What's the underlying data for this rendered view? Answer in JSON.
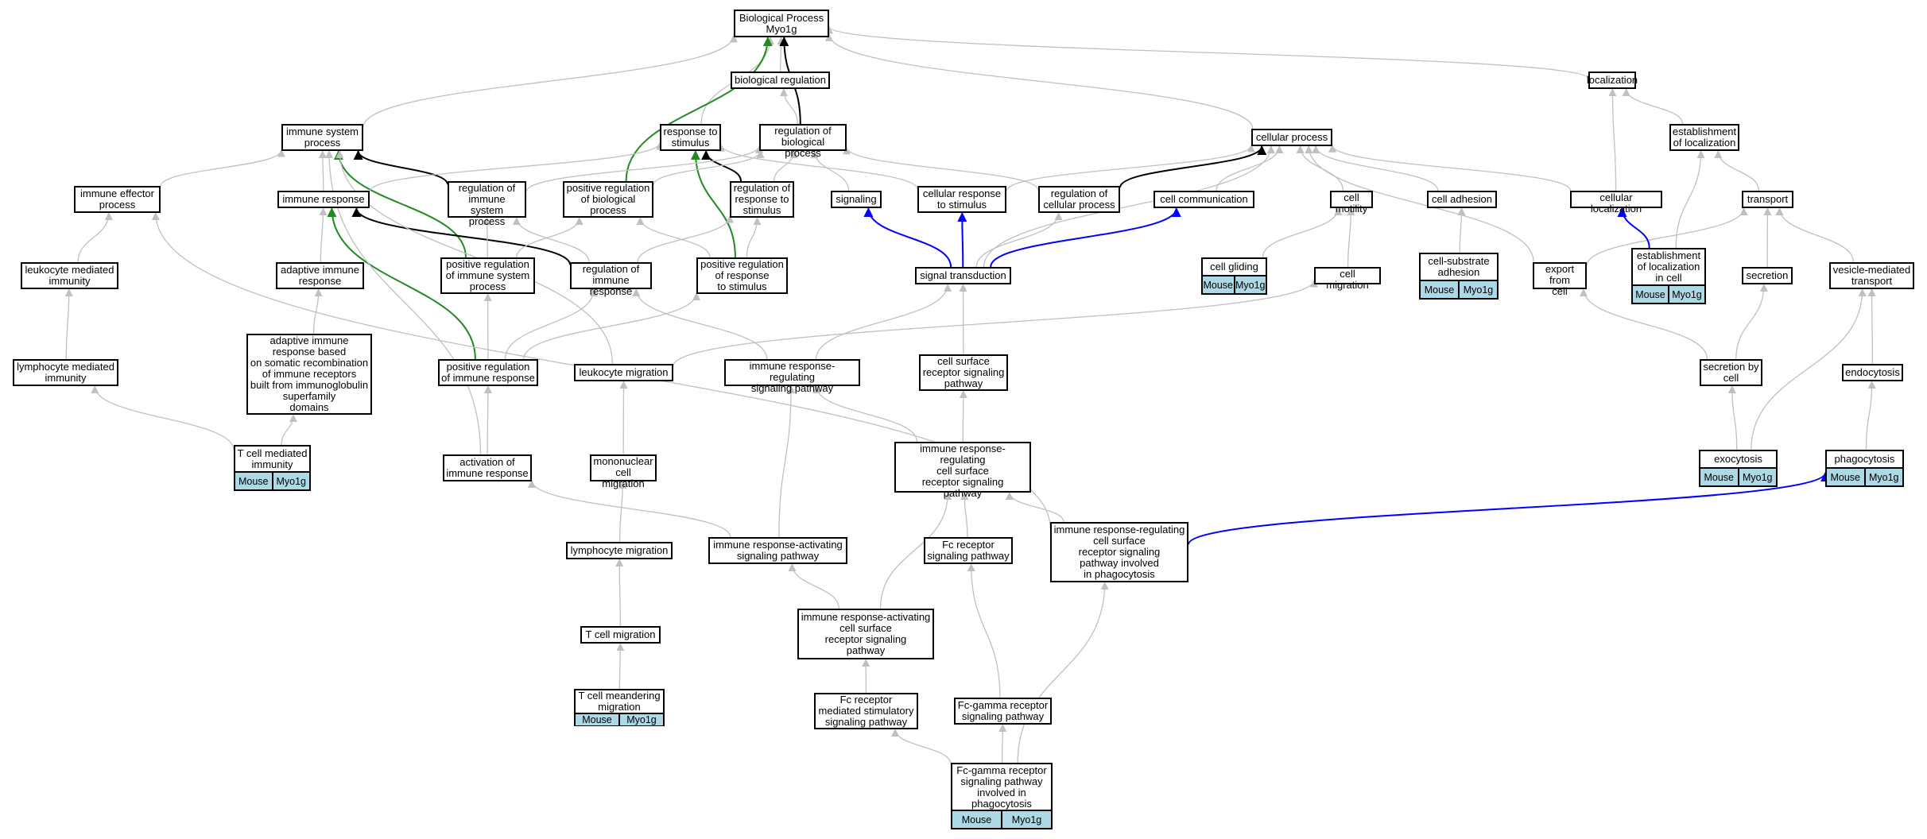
{
  "colors": {
    "edge_default": "#c0c0c0",
    "edge_black": "#000000",
    "edge_green": "#228b22",
    "edge_blue": "#0000ff",
    "annotation_bg": "#add8e6"
  },
  "tag_labels": [
    "Mouse",
    "Myo1g"
  ],
  "nodes": [
    {
      "id": "bp",
      "label": "Biological Process\nMyo1g"
    },
    {
      "id": "bioreg",
      "label": "biological regulation"
    },
    {
      "id": "localization",
      "label": "localization"
    },
    {
      "id": "isp",
      "label": "immune system\nprocess"
    },
    {
      "id": "rts",
      "label": "response to\nstimulus"
    },
    {
      "id": "regbp",
      "label": "regulation of\nbiological process"
    },
    {
      "id": "cellproc",
      "label": "cellular process"
    },
    {
      "id": "estloc",
      "label": "establishment\nof localization"
    },
    {
      "id": "ieffp",
      "label": "immune effector\nprocess"
    },
    {
      "id": "immresp",
      "label": "immune response"
    },
    {
      "id": "regisp",
      "label": "regulation of\nimmune system\nprocess"
    },
    {
      "id": "posregbp",
      "label": "positive regulation\nof biological\nprocess"
    },
    {
      "id": "regrts",
      "label": "regulation of\nresponse to\nstimulus"
    },
    {
      "id": "signaling",
      "label": "signaling"
    },
    {
      "id": "cellrts",
      "label": "cellular response\nto stimulus"
    },
    {
      "id": "regcp",
      "label": "regulation of\ncellular process"
    },
    {
      "id": "cellcomm",
      "label": "cell communication"
    },
    {
      "id": "cellmot",
      "label": "cell motility"
    },
    {
      "id": "celladh",
      "label": "cell adhesion"
    },
    {
      "id": "cellloc",
      "label": "cellular localization"
    },
    {
      "id": "transport",
      "label": "transport"
    },
    {
      "id": "lmi",
      "label": "leukocyte mediated\nimmunity"
    },
    {
      "id": "adaptimm",
      "label": "adaptive immune\nresponse"
    },
    {
      "id": "posregisp",
      "label": "positive regulation\nof immune system\nprocess"
    },
    {
      "id": "regimm",
      "label": "regulation of\nimmune response"
    },
    {
      "id": "posregrts",
      "label": "positive regulation\nof response\nto stimulus"
    },
    {
      "id": "sigtrans",
      "label": "signal transduction"
    },
    {
      "id": "cellglid",
      "label": "cell gliding",
      "tags": true
    },
    {
      "id": "cellmig",
      "label": "cell migration"
    },
    {
      "id": "csadh",
      "label": "cell-substrate\nadhesion",
      "tags": true
    },
    {
      "id": "exportcell",
      "label": "export from\ncell"
    },
    {
      "id": "estlocincell",
      "label": "establishment\nof localization\nin cell",
      "tags": true
    },
    {
      "id": "secretion",
      "label": "secretion"
    },
    {
      "id": "vesmed",
      "label": "vesicle-mediated\ntransport"
    },
    {
      "id": "lymmi",
      "label": "lymphocyte mediated\nimmunity"
    },
    {
      "id": "adaptsomatic",
      "label": "adaptive immune\nresponse based\non somatic recombination\nof immune receptors\nbuilt from immunoglobulin\nsuperfamily\ndomains"
    },
    {
      "id": "posregimm",
      "label": "positive regulation\nof immune response"
    },
    {
      "id": "leukmig",
      "label": "leukocyte migration"
    },
    {
      "id": "irrsp",
      "label": "immune response-regulating\nsignaling pathway"
    },
    {
      "id": "csrsp",
      "label": "cell surface\nreceptor signaling\npathway"
    },
    {
      "id": "secbycell",
      "label": "secretion by\ncell"
    },
    {
      "id": "endocytosis",
      "label": "endocytosis"
    },
    {
      "id": "tcmi",
      "label": "T cell mediated\nimmunity",
      "tags": true
    },
    {
      "id": "actimm",
      "label": "activation of\nimmune response"
    },
    {
      "id": "mononuc",
      "label": "mononuclear\ncell migration"
    },
    {
      "id": "irrcsrsp",
      "label": "immune response-regulating\ncell surface\nreceptor signaling\npathway"
    },
    {
      "id": "exocytosis",
      "label": "exocytosis",
      "tags": true
    },
    {
      "id": "phagocytosis",
      "label": "phagocytosis",
      "tags": true
    },
    {
      "id": "lymmig",
      "label": "lymphocyte migration"
    },
    {
      "id": "irasp",
      "label": "immune response-activating\nsignaling pathway"
    },
    {
      "id": "fcrsp",
      "label": "Fc receptor\nsignaling pathway"
    },
    {
      "id": "irrphago",
      "label": "immune response-regulating\ncell surface\nreceptor signaling\npathway involved\nin phagocytosis"
    },
    {
      "id": "tcellmig",
      "label": "T cell migration"
    },
    {
      "id": "iracsrsp",
      "label": "immune response-activating\ncell surface\nreceptor signaling\npathway"
    },
    {
      "id": "tcellmeander",
      "label": "T cell meandering\nmigration",
      "tags": true
    },
    {
      "id": "fcrstim",
      "label": "Fc receptor\nmediated stimulatory\nsignaling pathway"
    },
    {
      "id": "fcgrsp",
      "label": "Fc-gamma receptor\nsignaling pathway"
    },
    {
      "id": "fcgrphago",
      "label": "Fc-gamma receptor\nsignaling pathway\ninvolved in\nphagocytosis",
      "tags": true
    }
  ],
  "edges": [
    {
      "from": "bioreg",
      "to": "bp",
      "color": "default"
    },
    {
      "from": "localization",
      "to": "bp",
      "color": "default"
    },
    {
      "from": "isp",
      "to": "bp",
      "color": "default"
    },
    {
      "from": "rts",
      "to": "bp",
      "color": "default"
    },
    {
      "from": "regbp",
      "to": "bioreg",
      "color": "default"
    },
    {
      "from": "regbp",
      "to": "bp",
      "color": "black"
    },
    {
      "from": "cellproc",
      "to": "bp",
      "color": "default"
    },
    {
      "from": "posregbp",
      "to": "bp",
      "color": "green"
    },
    {
      "from": "estloc",
      "to": "localization",
      "color": "default"
    },
    {
      "from": "ieffp",
      "to": "isp",
      "color": "default"
    },
    {
      "from": "immresp",
      "to": "isp",
      "color": "default"
    },
    {
      "from": "regisp",
      "to": "isp",
      "color": "black"
    },
    {
      "from": "posregisp",
      "to": "isp",
      "color": "green"
    },
    {
      "from": "immresp",
      "to": "rts",
      "color": "default"
    },
    {
      "from": "regrts",
      "to": "rts",
      "color": "black"
    },
    {
      "from": "posregrts",
      "to": "rts",
      "color": "green"
    },
    {
      "from": "regisp",
      "to": "regbp",
      "color": "default"
    },
    {
      "from": "posregbp",
      "to": "regbp",
      "color": "default"
    },
    {
      "from": "regrts",
      "to": "regbp",
      "color": "default"
    },
    {
      "from": "signaling",
      "to": "regbp",
      "color": "default"
    },
    {
      "from": "regcp",
      "to": "regbp",
      "color": "default"
    },
    {
      "from": "cellrts",
      "to": "rts",
      "color": "default"
    },
    {
      "from": "cellrts",
      "to": "cellproc",
      "color": "default"
    },
    {
      "from": "regcp",
      "to": "cellproc",
      "color": "black"
    },
    {
      "from": "cellcomm",
      "to": "cellproc",
      "color": "default"
    },
    {
      "from": "cellmot",
      "to": "cellproc",
      "color": "default"
    },
    {
      "from": "celladh",
      "to": "cellproc",
      "color": "default"
    },
    {
      "from": "cellloc",
      "to": "cellproc",
      "color": "default"
    },
    {
      "from": "cellloc",
      "to": "localization",
      "color": "default"
    },
    {
      "from": "transport",
      "to": "estloc",
      "color": "default"
    },
    {
      "from": "lmi",
      "to": "ieffp",
      "color": "default"
    },
    {
      "from": "adaptimm",
      "to": "immresp",
      "color": "default"
    },
    {
      "from": "regimm",
      "to": "immresp",
      "color": "black"
    },
    {
      "from": "posregimm",
      "to": "immresp",
      "color": "green"
    },
    {
      "from": "posregisp",
      "to": "regisp",
      "color": "default"
    },
    {
      "from": "posregisp",
      "to": "posregbp",
      "color": "default"
    },
    {
      "from": "regimm",
      "to": "regisp",
      "color": "default"
    },
    {
      "from": "regimm",
      "to": "regrts",
      "color": "default"
    },
    {
      "from": "posregrts",
      "to": "posregbp",
      "color": "default"
    },
    {
      "from": "posregrts",
      "to": "regrts",
      "color": "default"
    },
    {
      "from": "sigtrans",
      "to": "signaling",
      "color": "blue"
    },
    {
      "from": "sigtrans",
      "to": "cellrts",
      "color": "blue"
    },
    {
      "from": "sigtrans",
      "to": "regcp",
      "color": "default"
    },
    {
      "from": "sigtrans",
      "to": "cellcomm",
      "color": "blue"
    },
    {
      "from": "sigtrans",
      "to": "cellproc",
      "color": "default"
    },
    {
      "from": "cellglid",
      "to": "cellmot",
      "color": "default"
    },
    {
      "from": "cellmig",
      "to": "cellmot",
      "color": "default"
    },
    {
      "from": "csadh",
      "to": "celladh",
      "color": "default"
    },
    {
      "from": "exportcell",
      "to": "cellproc",
      "color": "default"
    },
    {
      "from": "exportcell",
      "to": "transport",
      "color": "default"
    },
    {
      "from": "estlocincell",
      "to": "cellloc",
      "color": "blue"
    },
    {
      "from": "estlocincell",
      "to": "estloc",
      "color": "default"
    },
    {
      "from": "secretion",
      "to": "transport",
      "color": "default"
    },
    {
      "from": "vesmed",
      "to": "transport",
      "color": "default"
    },
    {
      "from": "lymmi",
      "to": "lmi",
      "color": "default"
    },
    {
      "from": "adaptsomatic",
      "to": "adaptimm",
      "color": "default"
    },
    {
      "from": "posregimm",
      "to": "posregisp",
      "color": "default"
    },
    {
      "from": "posregimm",
      "to": "regimm",
      "color": "default"
    },
    {
      "from": "posregimm",
      "to": "posregrts",
      "color": "default"
    },
    {
      "from": "leukmig",
      "to": "isp",
      "color": "default"
    },
    {
      "from": "leukmig",
      "to": "cellmig",
      "color": "default"
    },
    {
      "from": "irrsp",
      "to": "regimm",
      "color": "default"
    },
    {
      "from": "irrsp",
      "to": "sigtrans",
      "color": "default"
    },
    {
      "from": "csrsp",
      "to": "sigtrans",
      "color": "default"
    },
    {
      "from": "secbycell",
      "to": "exportcell",
      "color": "default"
    },
    {
      "from": "secbycell",
      "to": "secretion",
      "color": "default"
    },
    {
      "from": "endocytosis",
      "to": "vesmed",
      "color": "default"
    },
    {
      "from": "tcmi",
      "to": "lymmi",
      "color": "default"
    },
    {
      "from": "tcmi",
      "to": "adaptsomatic",
      "color": "default"
    },
    {
      "from": "actimm",
      "to": "posregimm",
      "color": "default"
    },
    {
      "from": "actimm",
      "to": "isp",
      "color": "default"
    },
    {
      "from": "mononuc",
      "to": "leukmig",
      "color": "default"
    },
    {
      "from": "irrcsrsp",
      "to": "irrsp",
      "color": "default"
    },
    {
      "from": "irrcsrsp",
      "to": "csrsp",
      "color": "default"
    },
    {
      "from": "exocytosis",
      "to": "secbycell",
      "color": "default"
    },
    {
      "from": "exocytosis",
      "to": "vesmed",
      "color": "default"
    },
    {
      "from": "phagocytosis",
      "to": "endocytosis",
      "color": "default"
    },
    {
      "from": "lymmig",
      "to": "mononuc",
      "color": "default"
    },
    {
      "from": "irasp",
      "to": "irrsp",
      "color": "default"
    },
    {
      "from": "irasp",
      "to": "actimm",
      "color": "default"
    },
    {
      "from": "fcrsp",
      "to": "irrcsrsp",
      "color": "default"
    },
    {
      "from": "irrphago",
      "to": "irrcsrsp",
      "color": "default"
    },
    {
      "from": "irrphago",
      "to": "ieffp",
      "color": "default"
    },
    {
      "from": "irrphago",
      "to": "phagocytosis",
      "color": "blue"
    },
    {
      "from": "tcellmig",
      "to": "lymmig",
      "color": "default"
    },
    {
      "from": "iracsrsp",
      "to": "irasp",
      "color": "default"
    },
    {
      "from": "iracsrsp",
      "to": "irrcsrsp",
      "color": "default"
    },
    {
      "from": "tcellmeander",
      "to": "tcellmig",
      "color": "default"
    },
    {
      "from": "fcrstim",
      "to": "iracsrsp",
      "color": "default"
    },
    {
      "from": "fcgrsp",
      "to": "fcrsp",
      "color": "default"
    },
    {
      "from": "fcgrphago",
      "to": "fcrstim",
      "color": "default"
    },
    {
      "from": "fcgrphago",
      "to": "fcgrsp",
      "color": "default"
    },
    {
      "from": "fcgrphago",
      "to": "irrphago",
      "color": "default"
    }
  ]
}
